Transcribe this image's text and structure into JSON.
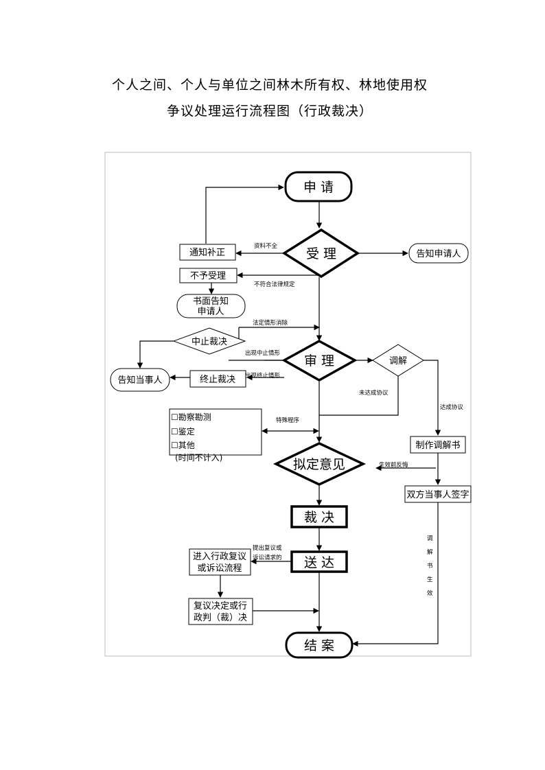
{
  "title": {
    "line1": "个人之间、个人与单位之间林木所有权、林地使用权",
    "line2": "争议处理运行流程图（行政裁决）"
  },
  "nodes": {
    "apply": "申 请",
    "accept": "受 理",
    "notify_correct": "通知补正",
    "notify_applicant": "告知申请人",
    "reject": "不予受理",
    "written_notice_1": "书面告知",
    "written_notice_2": "申请人",
    "suspend": "中止裁决",
    "review": "审 理",
    "mediation": "调解",
    "notify_party": "告知当事人",
    "terminate": "终止裁决",
    "survey": "☐勘察勘测",
    "appraisal": "☐鉴定",
    "other": "☐其他",
    "time_note": "(时间不计入)",
    "draft_opinion": "拟定意见",
    "make_mediation": "制作调解书",
    "both_sign": "双方当事人签字",
    "ruling": "裁 决",
    "deliver": "送 达",
    "enter_review_1": "进入行政复议",
    "enter_review_2": "或诉讼流程",
    "review_result_1": "复议决定或行",
    "review_result_2": "政判（裁）决",
    "close": "结 案"
  },
  "edges": {
    "incomplete": "资料不全",
    "not_legal": "不符合法律规定",
    "resolved": "法定情形消除",
    "suspend_case": "出现中止情形",
    "terminate_case": "出现终止情形",
    "not_agreed": "未达成协议",
    "agreed": "达成协议",
    "special": "特殊程序",
    "repent": "生效前反悔",
    "appeal_1": "提出复议或",
    "appeal_2": "诉讼请求的",
    "effective": [
      "调",
      "解",
      "书",
      "生",
      "效"
    ]
  }
}
